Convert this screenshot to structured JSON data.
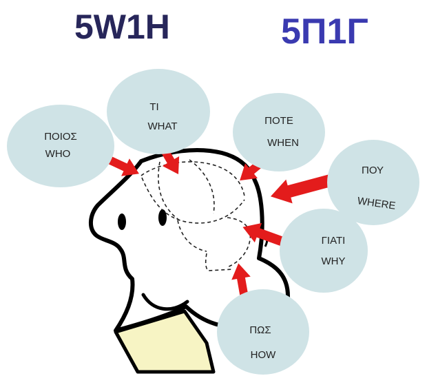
{
  "title_en": "5W1H",
  "title_gr": "5Π1Γ",
  "colors": {
    "bubble": "#cfe3e6",
    "arrow": "#e31c1c",
    "title_en": "#27265a",
    "title_gr": "#3a3ab0",
    "collar": "#f7f4c4"
  },
  "questions": [
    {
      "greek": "ΠΟΙΟΣ",
      "english": "WHO"
    },
    {
      "greek": "ΤΙ",
      "english": "WHAT"
    },
    {
      "greek": "ΠΟΤΕ",
      "english": "WHEN"
    },
    {
      "greek": "ΠΟΥ",
      "english": "WHERE"
    },
    {
      "greek": "ΓΙΑΤΙ",
      "english": "WHY"
    },
    {
      "greek": "ΠΩΣ",
      "english": "HOW"
    }
  ]
}
